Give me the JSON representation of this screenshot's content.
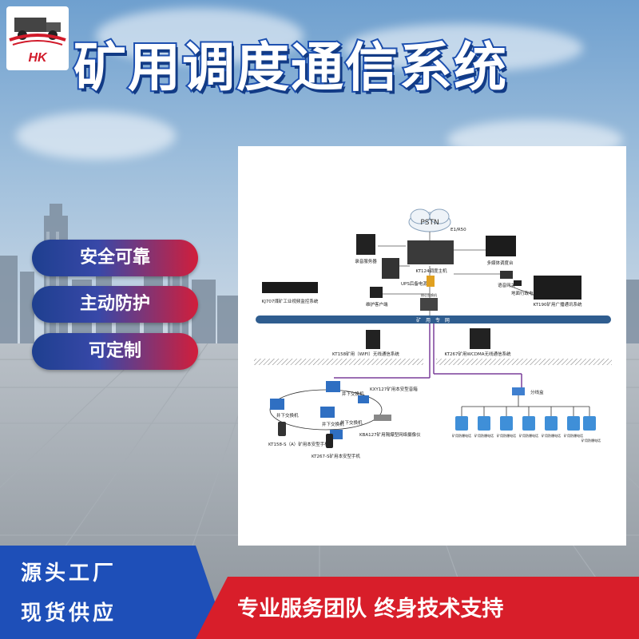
{
  "logo": {
    "text": "HK"
  },
  "main_title": "矿用调度通信系统",
  "features": [
    "安全可靠",
    "主动防护",
    "可定制"
  ],
  "bottom_left": {
    "line1": "源头工厂",
    "line2": "现货供应"
  },
  "bottom_right": {
    "text": "专业服务团队 终身技术支持"
  },
  "diagram": {
    "pstn": "PSTN",
    "e1_link": "E1/R50",
    "recorder": "录音服务器",
    "dispatch_host": "KT124调度主机",
    "multimedia_console": "多媒体调度台",
    "monitor_system": "KJ707煤矿工业视频监控系统",
    "ups": "UPS后备电源",
    "maint_terminal": "维护客户端",
    "voice_gateway": "语音网关",
    "admin_phone": "地面行政电话",
    "broadcast_system": "KT190矿用广播通讯系统",
    "network_label": "矿  用  专  网",
    "wifi_system": "KT158矿用（WIFI）无线通信系统",
    "wcdma_system": "KT267矿用WCDMA无线通信系统",
    "core_switch": "核心交换机",
    "speaker": "KXY127矿用本安型音箱",
    "switch_a": "井下交换机",
    "switch_b": "井下交换机",
    "switch_c": "井下交换机",
    "switch_d": "井下交换机",
    "handset_a": "KT158-S（A）矿用本安型手机",
    "handset_b": "KT267-S矿用本安型手机",
    "camera": "KBA127矿用隔爆型网络摄像仪",
    "splitter": "分线盒",
    "phone_label": "矿用防爆电话"
  }
}
